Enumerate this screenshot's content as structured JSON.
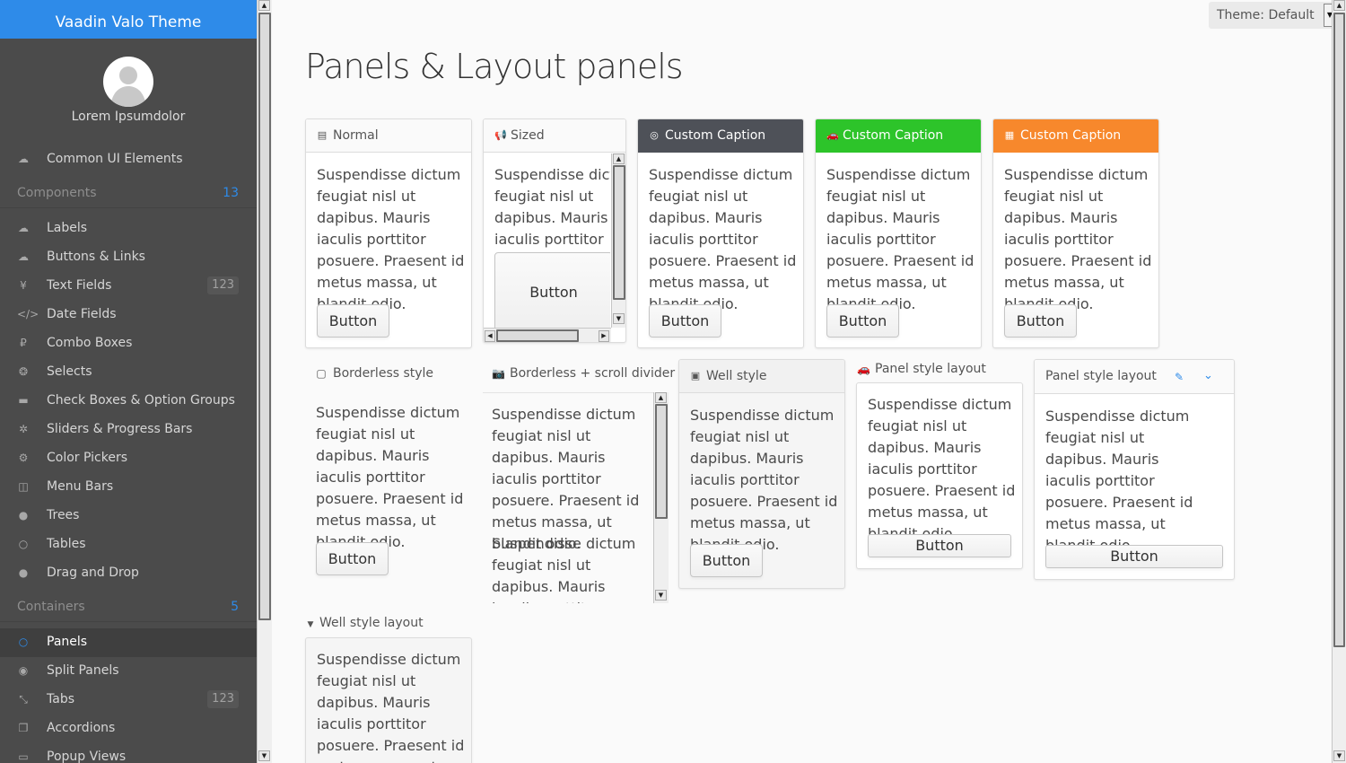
{
  "sidebar": {
    "title": "Vaadin Valo Theme",
    "user_name": "Lorem Ipsumdolor",
    "accent": "#2e8be9",
    "items": [
      {
        "label": "Common UI Elements",
        "icon": "cloud-icon"
      },
      {
        "section": "Components",
        "count": "13"
      },
      {
        "label": "Labels",
        "icon": "cloud-upload-icon"
      },
      {
        "label": "Buttons & Links",
        "icon": "cloud-download-icon"
      },
      {
        "label": "Text Fields",
        "icon": "yen-icon",
        "badge": "123"
      },
      {
        "label": "Date Fields",
        "icon": "code-icon"
      },
      {
        "label": "Combo Boxes",
        "icon": "ruble-icon"
      },
      {
        "label": "Selects",
        "icon": "life-ring-icon"
      },
      {
        "label": "Check Boxes & Option Groups",
        "icon": "tray-icon"
      },
      {
        "label": "Sliders & Progress Bars",
        "icon": "gear-icon"
      },
      {
        "label": "Color Pickers",
        "icon": "gears-icon"
      },
      {
        "label": "Menu Bars",
        "icon": "columns-icon"
      },
      {
        "label": "Trees",
        "icon": "comment-icon"
      },
      {
        "label": "Tables",
        "icon": "comment-outline-icon"
      },
      {
        "label": "Drag and Drop",
        "icon": "comments-icon"
      },
      {
        "section": "Containers",
        "count": "5"
      },
      {
        "label": "Panels",
        "icon": "comments-outline-icon",
        "selected": true
      },
      {
        "label": "Split Panels",
        "icon": "compass-icon"
      },
      {
        "label": "Tabs",
        "icon": "compress-icon",
        "badge": "123"
      },
      {
        "label": "Accordions",
        "icon": "copy-icon"
      },
      {
        "label": "Popup Views",
        "icon": "credit-card-icon"
      }
    ]
  },
  "header": {
    "title": "Panels & Layout panels",
    "theme_select": "Theme: Default"
  },
  "text": "Suspendisse dictum feugiat nisl ut dapibus. Mauris iaculis porttitor posuere. Praesent id metus massa, ut blandit odio.",
  "button_label": "Button",
  "panels": [
    {
      "caption": "Normal",
      "icon": "file-icon"
    },
    {
      "caption": "Sized",
      "icon": "bullhorn-icon"
    },
    {
      "caption": "Custom Caption",
      "icon": "bullseye-icon",
      "color": "#4e5158"
    },
    {
      "caption": "Custom Caption",
      "icon": "car-icon",
      "color": "#2dc42a"
    },
    {
      "caption": "Custom Caption",
      "icon": "calendar-icon",
      "color": "#f7882c"
    },
    {
      "caption": "Borderless style",
      "icon": "calendar-outline-icon"
    },
    {
      "caption": "Borderless + scroll divider",
      "icon": "camera-icon"
    },
    {
      "caption": "Well style",
      "icon": "camera-retro-icon"
    },
    {
      "caption": "Panel style layout",
      "icon": "car-icon"
    },
    {
      "caption": "Panel style layout",
      "icon": "pencil-icon"
    },
    {
      "caption": "Well style layout",
      "icon": "caret-down-icon"
    }
  ]
}
